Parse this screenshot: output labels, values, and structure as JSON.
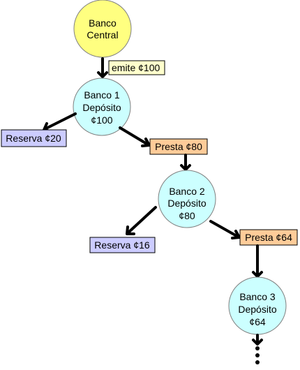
{
  "colors": {
    "central": "#ffff80",
    "bank": "#ccffff",
    "reserva": "#ccccff",
    "presta": "#ffcc99",
    "emite": "#ffffcc"
  },
  "nodes": {
    "central": {
      "lines": [
        "Banco",
        "Central"
      ]
    },
    "bank1": {
      "lines": [
        "Banco 1",
        "Depósito",
        "¢100"
      ]
    },
    "bank2": {
      "lines": [
        "Banco 2",
        "Depósito",
        "¢80"
      ]
    },
    "bank3": {
      "lines": [
        "Banco 3",
        "Depósito",
        "¢64"
      ]
    }
  },
  "labels": {
    "emite": "emite ¢100",
    "reserva1": "Reserva ¢20",
    "presta1": "Presta ¢80",
    "reserva2": "Reserva ¢16",
    "presta2": "Presta ¢64"
  }
}
